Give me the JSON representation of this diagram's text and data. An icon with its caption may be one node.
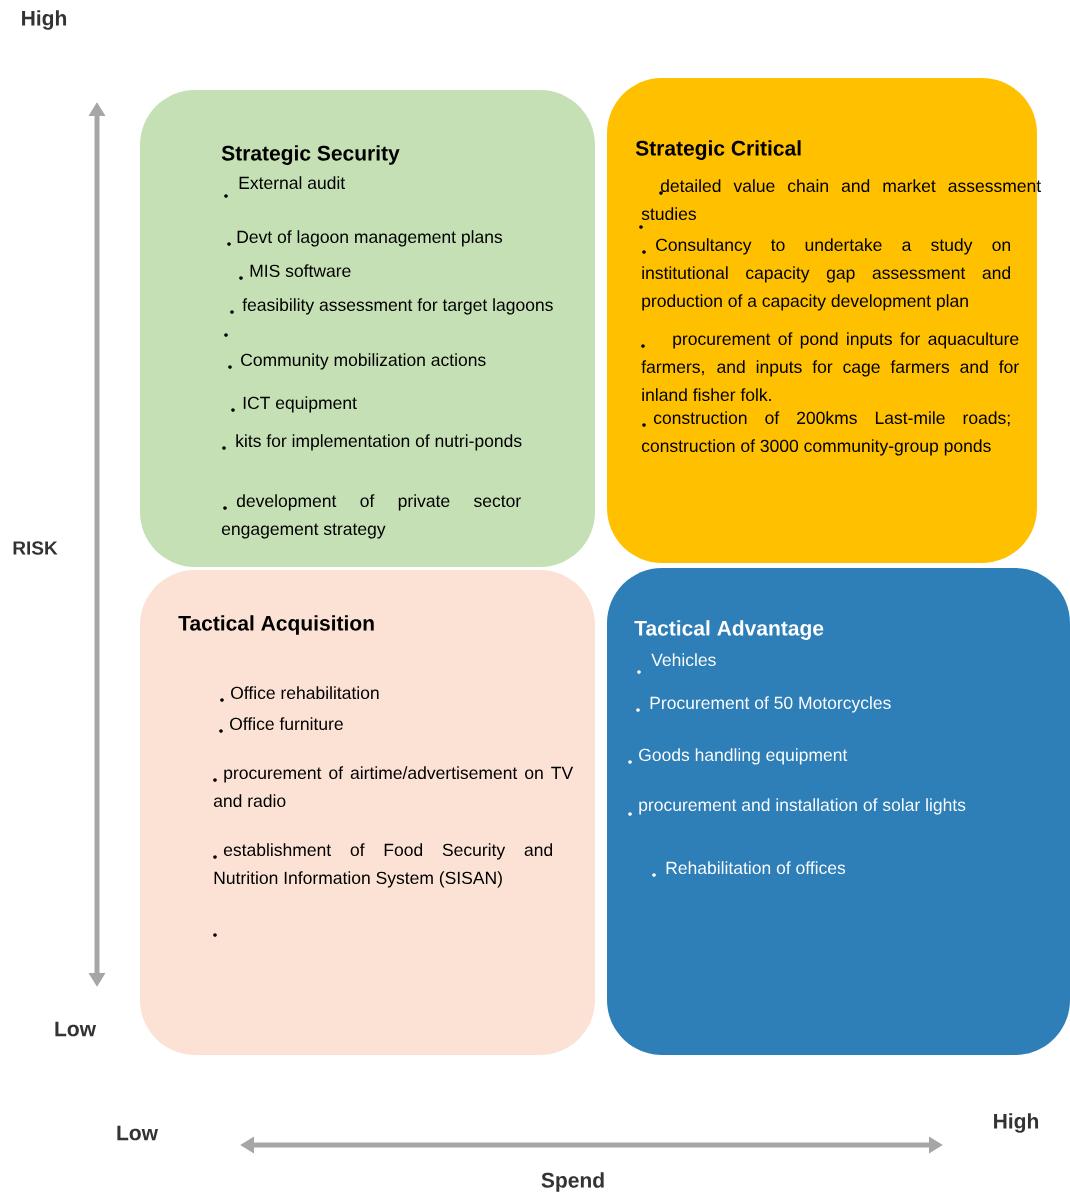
{
  "diagram": {
    "nodes": [
      {
        "text": [
          "Strategic Security",
          "External audit",
          "Devt of lagoon management plans",
          "MIS software",
          "feasibility assessment for target  lagoons",
          "Community mobilization actions",
          "ICT equipment",
          "kits for implementation of nutri-ponds",
          "development of private sector engagement strategy"
        ]
      },
      {
        "text": [
          "Strategic Critical",
          "detailed value chain and market assessment studies",
          "Consultancy to undertake a study on institutional capacity gap assessment and production of a capacity development plan",
          "procurement of pond inputs for aquaculture farmers, and inputs for cage farmers and for inland fisher folk.",
          "construction of 200kms Last-mile roads; construction of 3000 community-group ponds"
        ]
      },
      {
        "text": [
          "Tactical Acquisition",
          "Office rehabilitation",
          "Office furniture",
          "procurement of airtime/advertisement on TV and radio",
          "establishment of  Food Security and Nutrition Information System (SISAN)"
        ]
      },
      {
        "text": [
          "Tactical Advantage",
          "Vehicles",
          "Procurement of 50 Motorcycles",
          "Goods handling equipment",
          "procurement and installation of solar lights",
          "Rehabilitation of offices"
        ]
      }
    ],
    "labels": [
      "High",
      "RISK",
      "Low",
      "Low",
      "High",
      "Spend"
    ]
  }
}
